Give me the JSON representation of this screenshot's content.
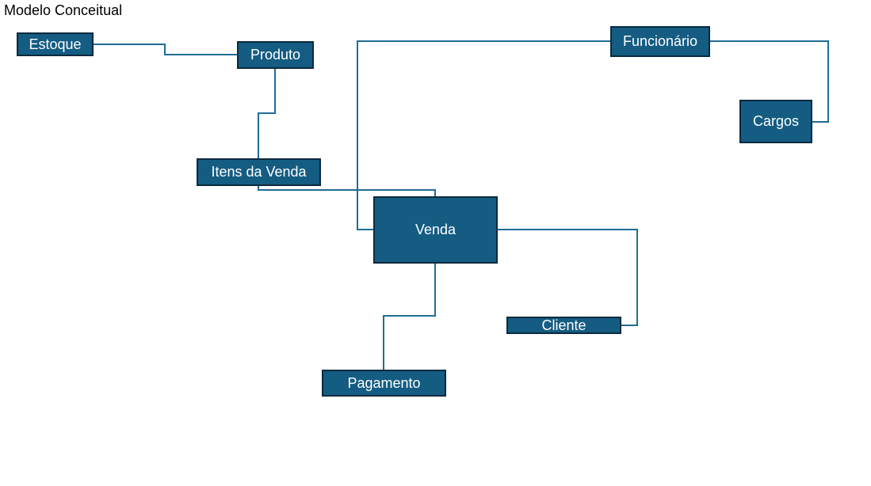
{
  "diagram": {
    "title": "Modelo Conceitual",
    "line_color": "#1f6d95",
    "entity_fill": "#145c82",
    "entity_border": "#0b2a3e",
    "entities": {
      "estoque": "Estoque",
      "produto": "Produto",
      "funcionario": "Funcionário",
      "cargos": "Cargos",
      "itens_da_venda": "Itens da Venda",
      "venda": "Venda",
      "cliente": "Cliente",
      "pagamento": "Pagamento"
    },
    "relationships": [
      {
        "from": "Estoque",
        "to": "Produto"
      },
      {
        "from": "Produto",
        "to": "Itens da Venda"
      },
      {
        "from": "Itens da Venda",
        "to": "Venda"
      },
      {
        "from": "Funcionário",
        "to": "Venda"
      },
      {
        "from": "Funcionário",
        "to": "Cargos"
      },
      {
        "from": "Venda",
        "to": "Cliente"
      },
      {
        "from": "Venda",
        "to": "Pagamento"
      }
    ]
  }
}
